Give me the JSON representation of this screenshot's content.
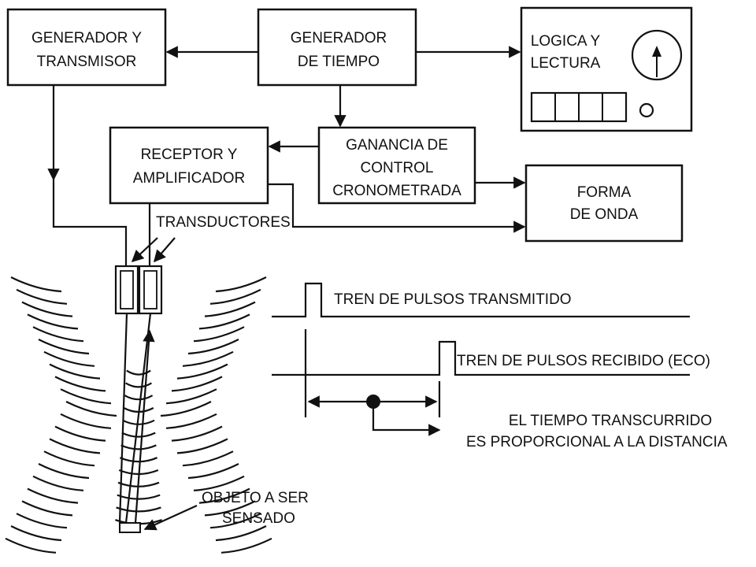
{
  "blocks": {
    "generador_transmisor": [
      "GENERADOR Y",
      "TRANSMISOR"
    ],
    "generador_tiempo": [
      "GENERADOR",
      "DE TIEMPO"
    ],
    "logica_lectura": [
      "LOGICA Y",
      "LECTURA"
    ],
    "receptor_amplificador": [
      "RECEPTOR Y",
      "AMPLIFICADOR"
    ],
    "ganancia_control": [
      "GANANCIA DE",
      "CONTROL",
      "CRONOMETRADA"
    ],
    "forma_onda": [
      "FORMA",
      "DE ONDA"
    ]
  },
  "labels": {
    "transductores": "TRANSDUCTORES",
    "objeto": [
      "OBJETO A SER",
      "SENSADO"
    ],
    "tren_transmitido": "TREN DE PULSOS TRANSMITIDO",
    "tren_recibido": "TREN DE PULSOS RECIBIDO (ECO)",
    "tiempo": [
      "EL TIEMPO TRANSCURRIDO",
      "ES PROPORCIONAL A LA DISTANCIA"
    ]
  }
}
